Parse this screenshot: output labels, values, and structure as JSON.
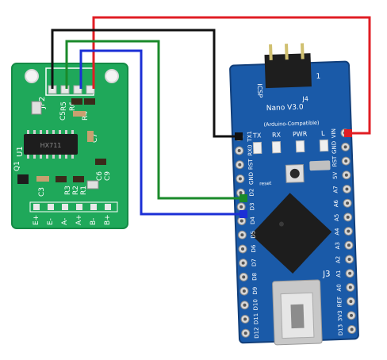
{
  "colors": {
    "hx_board": "#1fa85a",
    "hx_board_dark": "#158a45",
    "nano_board": "#1a5aa8",
    "nano_board_dark": "#123f7a",
    "wire_red": "#e01e24",
    "wire_black": "#111111",
    "wire_green": "#1a8a2a",
    "wire_blue": "#1b2fd6",
    "silk": "#ffffff"
  },
  "hx711": {
    "chip_label": "HX711",
    "label_u1": "U1",
    "label_jp2": "JP2",
    "label_q1": "Q1",
    "label_r5": "R5",
    "label_r6": "R6",
    "label_r4": "R4",
    "label_c5": "C5",
    "label_c7": "C7",
    "label_c6": "C6",
    "label_c9": "C9",
    "label_c3": "C3",
    "label_r3": "R3",
    "label_r2": "R2",
    "label_r1": "R1",
    "label_e_plus": "E+",
    "label_e_minus": "E-",
    "label_a_minus": "A-",
    "label_a_plus": "A+",
    "label_b_minus": "B-",
    "label_b_plus": "B+"
  },
  "nano": {
    "title": "Nano V3.0",
    "subtitle": "(Arduino-Compatible)",
    "icsp": "ICSP",
    "j3": "J3",
    "j1": "1",
    "j4": "J4",
    "led_tx": "TX",
    "led_rx": "RX",
    "led_pwr": "PWR",
    "led_l": "L",
    "reset": "reset",
    "left_pins": [
      "D12",
      "D11",
      "D10",
      "D9",
      "D8",
      "D7",
      "D6",
      "D5",
      "D4",
      "D3",
      "D2",
      "GND",
      "RST",
      "RX0",
      "TX1"
    ],
    "right_pins": [
      "D13",
      "3V3",
      "REF",
      "A0",
      "A1",
      "A2",
      "A3",
      "A4",
      "A5",
      "A6",
      "A7",
      "5V",
      "RST",
      "GND",
      "VIN"
    ]
  },
  "wires": [
    {
      "name": "red-wire",
      "color_key": "wire_red"
    },
    {
      "name": "black-wire",
      "color_key": "wire_black"
    },
    {
      "name": "green-wire",
      "color_key": "wire_green"
    },
    {
      "name": "blue-wire",
      "color_key": "wire_blue"
    }
  ]
}
